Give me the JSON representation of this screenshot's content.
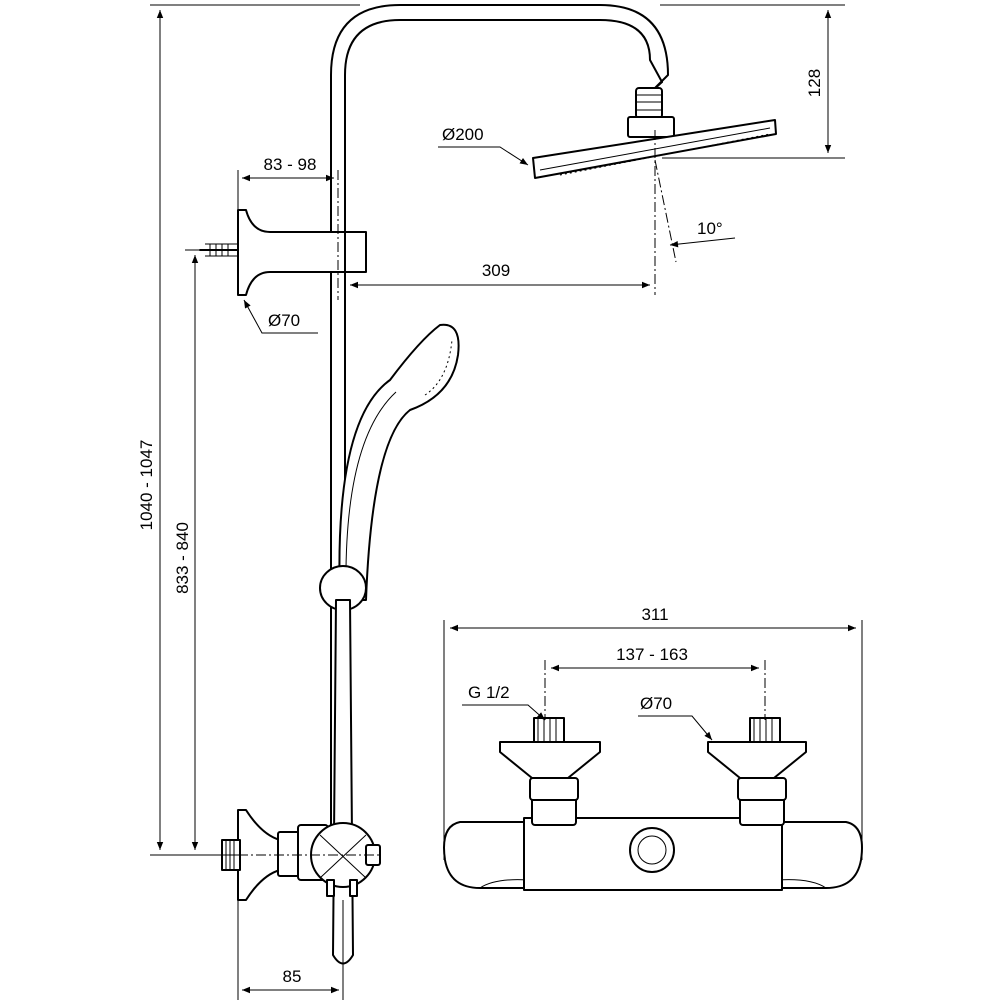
{
  "title": "",
  "dimensions": {
    "total_height": "1040 - 1047",
    "outlet_height": "833 - 840",
    "wall_bracket_depth": "83 - 98",
    "wall_bracket_diameter": "Ø70",
    "head_projection": "309",
    "head_diameter": "Ø200",
    "head_drop": "128",
    "head_tilt": "10°",
    "mixer_wall_depth": "85",
    "mixer_width": "311",
    "inlet_centers": "137 - 163",
    "inlet_thread": "G 1/2",
    "escutcheon_diameter": "Ø70"
  },
  "colors": {
    "line": "#000000",
    "background": "#ffffff"
  }
}
